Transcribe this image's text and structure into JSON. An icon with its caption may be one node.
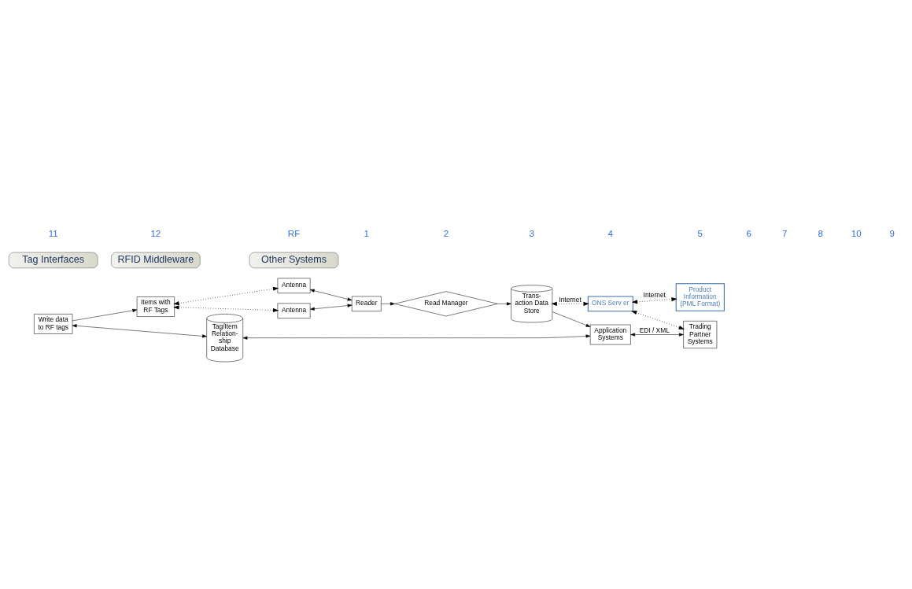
{
  "diagram": {
    "nodes": [
      {
        "text": [
          "Write data to RF tags"
        ]
      },
      {
        "text": [
          "Items with RF Tags"
        ]
      },
      {
        "text": [
          "Antenna"
        ]
      },
      {
        "text": [
          "Antenna"
        ]
      },
      {
        "text": [
          "Reader"
        ]
      },
      {
        "text": [
          "Read Manager"
        ]
      },
      {
        "text": [
          "Trans- action Data Store"
        ]
      },
      {
        "text": [
          "Application Systems"
        ]
      },
      {
        "text": [
          "Trading Partner Systems"
        ]
      },
      {
        "text": [
          "Tag/Item Relation- ship Database"
        ]
      },
      {
        "text": [
          "ONS Serv er"
        ]
      },
      {
        "text": [
          "Product Information (PML Format)"
        ]
      },
      {
        "text": [
          "Tag Interfaces"
        ]
      },
      {
        "text": [
          "RFID Middleware"
        ]
      },
      {
        "text": [
          "Other Systems"
        ]
      }
    ],
    "edges": [
      {
        "from": 0,
        "to": 1,
        "arrow": "to"
      },
      {
        "from": 1,
        "to": 2,
        "arrow": "both",
        "style": "dashed"
      },
      {
        "from": 1,
        "to": 3,
        "arrow": "both",
        "style": "dashed"
      },
      {
        "from": 2,
        "to": 4,
        "arrow": "both"
      },
      {
        "from": 3,
        "to": 4,
        "arrow": "both"
      },
      {
        "from": 4,
        "to": 5,
        "arrow": "to"
      },
      {
        "from": 5,
        "to": 6,
        "arrow": "to"
      },
      {
        "from": 6,
        "to": 7,
        "arrow": "to"
      },
      {
        "from": 7,
        "to": 8,
        "arrow": "both",
        "label": "EDI / XML"
      },
      {
        "from": 9,
        "to": 7,
        "arrow": "both"
      },
      {
        "from": 0,
        "to": 9,
        "arrow": "both"
      },
      {
        "from": 6,
        "to": 10,
        "arrow": "both",
        "style": "dashed",
        "label": "Internet"
      },
      {
        "from": 10,
        "to": 11,
        "arrow": "both",
        "style": "dashed",
        "label": "Internet"
      },
      {
        "from": 10,
        "to": 8,
        "arrow": "both",
        "style": "dashed"
      }
    ],
    "labels": [
      "11",
      "12",
      "RF",
      "1",
      "2",
      "3",
      "4",
      "5",
      "6",
      "7",
      "8",
      "10",
      "9"
    ]
  }
}
